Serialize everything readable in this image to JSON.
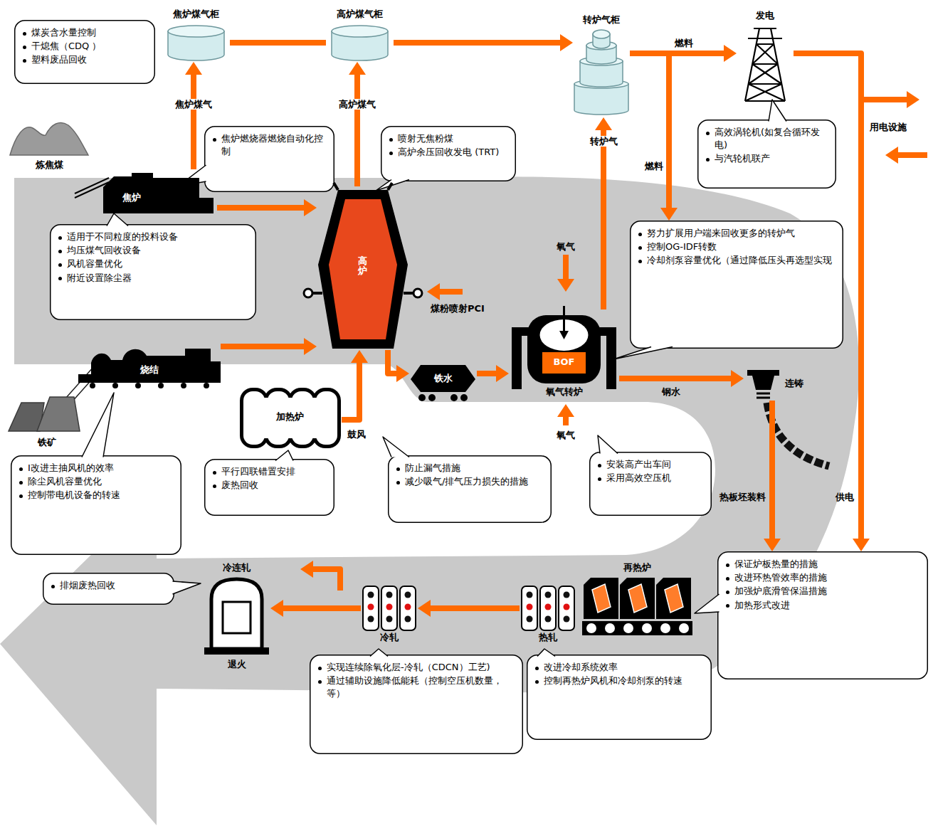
{
  "diagram": {
    "nodes": [
      {
        "text": [
          "煤炭含水量控制",
          "干熄焦（CDQ ）",
          "塑料废品回收"
        ]
      },
      {
        "text": [
          "焦炉煤气柜"
        ]
      },
      {
        "text": [
          "高炉煤气柜"
        ]
      },
      {
        "text": [
          "转炉气柜"
        ]
      },
      {
        "text": [
          "发电"
        ]
      },
      {
        "text": [
          "炼焦煤"
        ]
      },
      {
        "text": [
          "焦炉燃烧器燃烧自动化控制"
        ]
      },
      {
        "text": [
          "喷射无焦粉煤",
          "高炉余压回收发电 (TRT)"
        ]
      },
      {
        "text": [
          "高效涡轮机(如复合循环发电)",
          "与汽轮机联产"
        ]
      },
      {
        "text": [
          "焦炉"
        ]
      },
      {
        "text": [
          "高炉"
        ]
      },
      {
        "text": [
          "适用于不同粒度的投料设备",
          "均压煤气回收设备",
          "风机容量优化",
          "附近设置除尘器"
        ]
      },
      {
        "text": [
          "努力扩展用户端来回收更多的转炉气",
          "控制OG-IDF转数",
          "冷却剂泵容量优化（通过降低压头再选型实现"
        ]
      },
      {
        "text": [
          "烧结"
        ]
      },
      {
        "text": [
          "铁水"
        ]
      },
      {
        "text": [
          "BOF",
          "氧气转炉"
        ]
      },
      {
        "text": [
          "连铸"
        ]
      },
      {
        "text": [
          "铁矿"
        ]
      },
      {
        "text": [
          "加热炉"
        ]
      },
      {
        "text": [
          "I改进主抽风机的效率",
          "除尘风机容量优化",
          "控制带电机设备的转速"
        ]
      },
      {
        "text": [
          "平行四联错置安排",
          "废热回收"
        ]
      },
      {
        "text": [
          "防止漏气措施",
          "减少吸气/排气压力损失的措施"
        ]
      },
      {
        "text": [
          "安装高产出车间",
          "采用高效空压机"
        ]
      },
      {
        "text": [
          "冷连轧",
          "退火"
        ]
      },
      {
        "text": [
          "冷轧"
        ]
      },
      {
        "text": [
          "热轧"
        ]
      },
      {
        "text": [
          "再热炉"
        ]
      },
      {
        "text": [
          "保证炉板热量的措施",
          "改进环热管效率的措施",
          "加强炉底滑管保温措施",
          "加热形式改进"
        ]
      },
      {
        "text": [
          "排烟废热回收"
        ]
      },
      {
        "text": [
          "实现连续除氧化层-冷轧（CDCN）工艺)",
          "通过辅助设施降低能耗（控制空压机数量，等）"
        ]
      },
      {
        "text": [
          "改进冷却系统效率",
          "控制再热炉风机和冷却剂泵的转速"
        ]
      }
    ],
    "edges": [
      {
        "from": 9,
        "to": 1,
        "arrow": "to",
        "label": "焦炉煤气"
      },
      {
        "from": 10,
        "to": 2,
        "arrow": "to",
        "label": "高炉煤气"
      },
      {
        "from": 1,
        "to": 2,
        "arrow": "none"
      },
      {
        "from": 2,
        "to": 3,
        "arrow": "to"
      },
      {
        "from": 15,
        "to": 3,
        "arrow": "to",
        "label": "转炉气"
      },
      {
        "from": 3,
        "to": 4,
        "arrow": "to",
        "label": "燃料"
      },
      {
        "from": 3,
        "to": 12,
        "arrow": "to",
        "label": "燃料"
      },
      {
        "from": 9,
        "to": 10,
        "arrow": "to"
      },
      {
        "from": 13,
        "to": 10,
        "arrow": "to"
      },
      {
        "from": 18,
        "to": 10,
        "arrow": "to",
        "label": "鼓风"
      },
      {
        "from": 10,
        "to": 14,
        "arrow": "to"
      },
      {
        "from": 14,
        "to": 15,
        "arrow": "to"
      },
      {
        "from": 15,
        "to": 16,
        "arrow": "to",
        "label": "钢水"
      },
      {
        "from": 16,
        "to": 27,
        "arrow": "to",
        "label": "热板坯装料"
      },
      {
        "from": 4,
        "to": 27,
        "arrow": "to",
        "label": "供电"
      },
      {
        "from": 25,
        "to": 24,
        "arrow": "to"
      },
      {
        "from": 24,
        "to": 23,
        "arrow": "to"
      }
    ],
    "labels": [
      "煤粉喷射PCI",
      "氧气",
      "氧气",
      "用电设施"
    ]
  }
}
